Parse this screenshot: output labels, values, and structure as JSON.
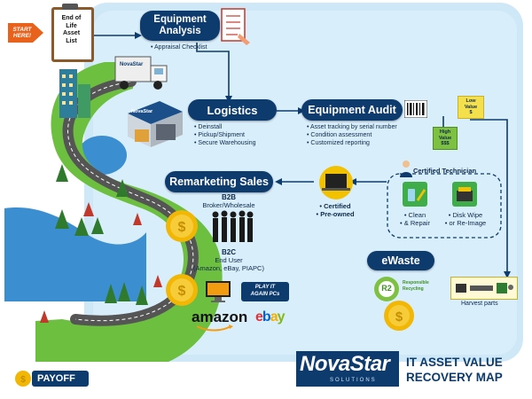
{
  "start": {
    "label_line1": "START",
    "label_line2": "HERE!"
  },
  "eol": {
    "line1": "End of",
    "line2": "Life",
    "line3": "Asset",
    "line4": "List"
  },
  "equipment_analysis": {
    "title_line1": "Equipment",
    "title_line2": "Analysis",
    "bullet": "Appraisal Checklist"
  },
  "logistics": {
    "title": "Logistics",
    "bullets": [
      "Deinstall",
      "Pickup/Shipment",
      "Secure Warehousing"
    ]
  },
  "equipment_audit": {
    "title": "Equipment Audit",
    "bullets": [
      "Asset tracking by serial number",
      "Condition assessment",
      "Customized reporting"
    ]
  },
  "low_value": {
    "line1": "Low",
    "line2": "Value",
    "line3": "$"
  },
  "high_value": {
    "line1": "High",
    "line2": "Value",
    "line3": "$$$"
  },
  "certified_technician": {
    "title": "Certified Technician",
    "clean_line1": "Clean",
    "clean_line2": "& Repair",
    "wipe_line1": "Disk Wipe",
    "wipe_line2": "or Re-Image"
  },
  "certified_preowned": {
    "line1": "Certified",
    "line2": "Pre-owned"
  },
  "remarketing": {
    "title": "Remarketing Sales",
    "b2b_title": "B2B",
    "b2b_desc": "Broker/Wholesale",
    "b2c_title": "B2C",
    "b2c_line1": "End User",
    "b2c_line2": "(Amazon, eBay, PIAPC)"
  },
  "ewaste": {
    "title": "eWaste",
    "r2": "R2",
    "r2_label_line1": "Responsible",
    "r2_label_line2": "Recycling",
    "harvest": "Harvest parts"
  },
  "brands": {
    "amazon": "amazon",
    "ebay_e": "e",
    "ebay_b": "b",
    "ebay_a": "a",
    "ebay_y": "y",
    "play_line1": "PLAY IT",
    "play_line2": "AGAIN PCs"
  },
  "truck_logo": "NovaStar",
  "warehouse_logo": "NovaStar",
  "payoff": {
    "label": "PAYOFF"
  },
  "brand": {
    "name": "NovaStar",
    "sub": "SOLUTIONS",
    "title_line1": "IT ASSET VALUE",
    "title_line2": "RECOVERY MAP"
  },
  "colors": {
    "navy": "#0d3b6e",
    "sky": "#4fa8e0",
    "green": "#6cbf3f",
    "road": "#5a5a5a",
    "gold": "#f2b705",
    "orange": "#e8621c"
  }
}
